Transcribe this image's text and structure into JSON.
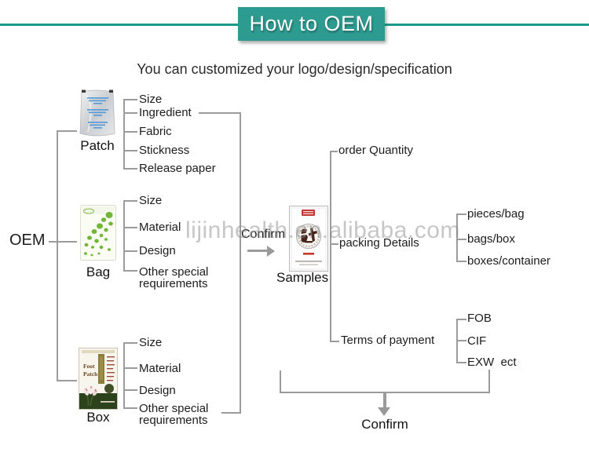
{
  "header": {
    "title": "How to OEM",
    "subtitle": "You can customized your logo/design/specification"
  },
  "watermark": "lijinhealth.en.alibaba.com",
  "tree": {
    "root": "OEM",
    "groups": [
      {
        "label": "Patch",
        "items": [
          "Size",
          "Ingredient",
          "Fabric",
          "Stickness",
          "Release paper"
        ]
      },
      {
        "label": "Bag",
        "items": [
          "Size",
          "Material",
          "Design",
          "Other special requirements"
        ]
      },
      {
        "label": "Box",
        "items": [
          "Size",
          "Material",
          "Design",
          "Other special requirements"
        ]
      }
    ]
  },
  "middle": {
    "confirm": "Confirm",
    "samples": "Samples"
  },
  "right": {
    "items": [
      "order Quantity",
      "packing Details",
      "Terms of payment"
    ],
    "packing_options": [
      "pieces/bag",
      "bags/box",
      "boxes/container"
    ],
    "payment_options": [
      "FOB",
      "CIF",
      "EXW  ect"
    ]
  },
  "footer": {
    "confirm": "Confirm"
  },
  "images": {
    "box_text_line1": "Foot",
    "box_text_line2": "Patch"
  },
  "colors": {
    "teal": "#2e9b90",
    "line": "#9b9b9b",
    "text": "#1c1c1c"
  }
}
